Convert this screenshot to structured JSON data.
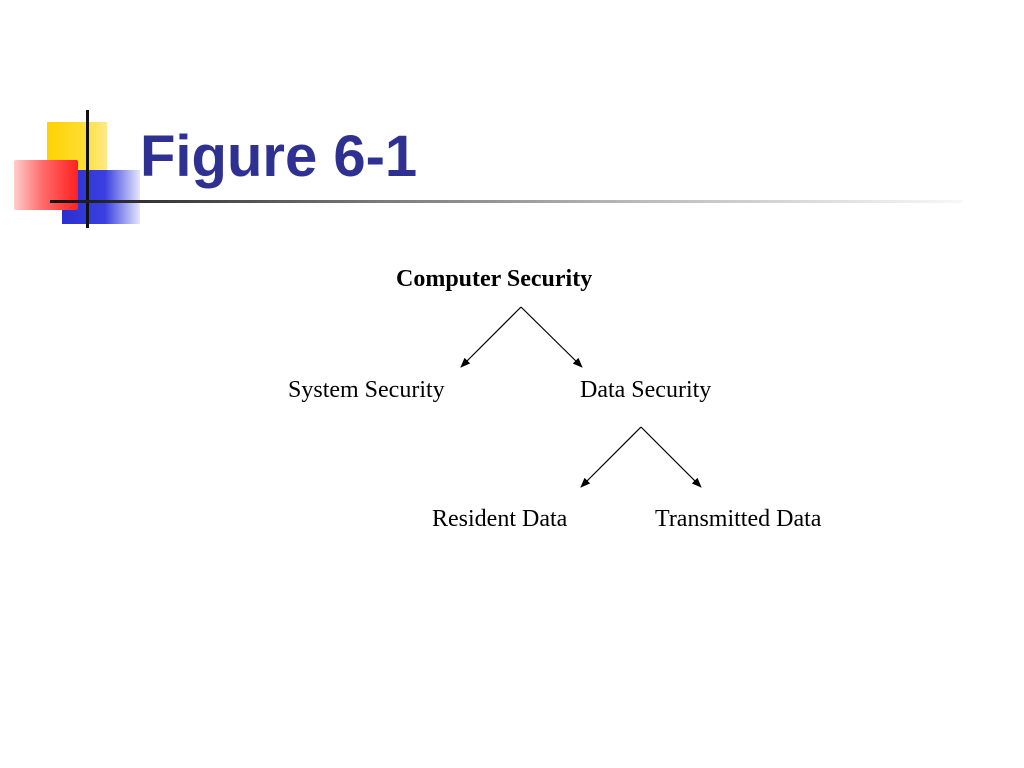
{
  "slide": {
    "title": "Figure 6-1"
  },
  "diagram": {
    "root": "Computer Security",
    "level1": {
      "left": "System Security",
      "right": "Data Security"
    },
    "level2": {
      "left": "Resident Data",
      "right": "Transmitted Data"
    }
  },
  "colors": {
    "title": "#2e3192",
    "accent_yellow": "#ffd200",
    "accent_blue": "#2b2fd0",
    "accent_red": "#ff2020"
  }
}
